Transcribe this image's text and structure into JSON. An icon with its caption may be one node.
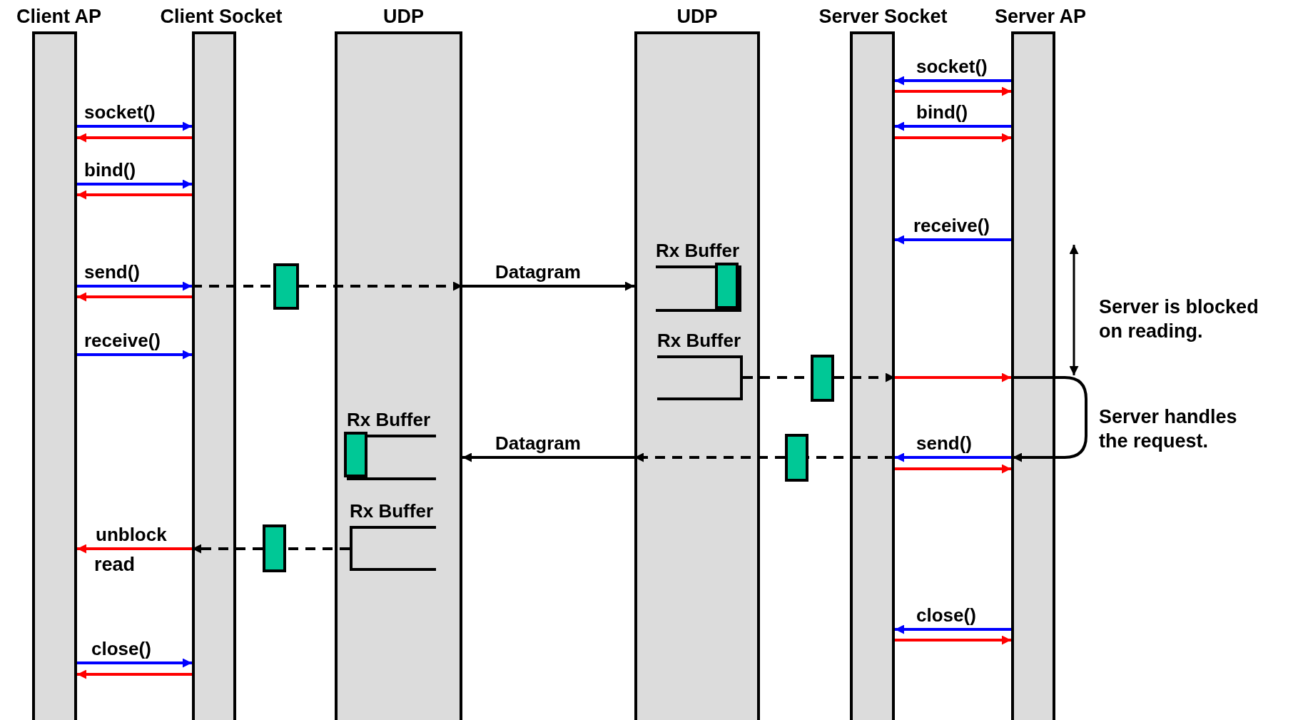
{
  "diagram": {
    "nodes": [
      {
        "text": [
          "Client AP"
        ]
      },
      {
        "text": [
          "Client Socket"
        ]
      },
      {
        "text": [
          "UDP"
        ]
      },
      {
        "text": [
          "UDP"
        ]
      },
      {
        "text": [
          "Server Socket"
        ]
      },
      {
        "text": [
          "Server AP"
        ]
      },
      {
        "text": [],
        "shape": "box"
      },
      {
        "text": [
          "Rx Buffer"
        ],
        "in": 3
      },
      {
        "text": [],
        "shape": "box",
        "in": 7
      },
      {
        "text": [
          "Rx Buffer"
        ],
        "in": 3
      },
      {
        "text": [],
        "shape": "box"
      },
      {
        "text": [
          "Rx Buffer"
        ],
        "in": 2
      },
      {
        "text": [],
        "shape": "box",
        "in": 11
      },
      {
        "text": [],
        "shape": "box"
      },
      {
        "text": [
          "Rx Buffer"
        ],
        "in": 2
      },
      {
        "text": [],
        "shape": "box"
      }
    ],
    "edges": [
      {
        "from": 5,
        "to": 4,
        "arrow": "to",
        "label": "socket()",
        "color": "#0000ff"
      },
      {
        "from": 4,
        "to": 5,
        "arrow": "to",
        "color": "#ff0000"
      },
      {
        "from": 0,
        "to": 1,
        "arrow": "to",
        "label": "socket()",
        "color": "#0000ff"
      },
      {
        "from": 1,
        "to": 0,
        "arrow": "to",
        "color": "#ff0000"
      },
      {
        "from": 5,
        "to": 4,
        "arrow": "to",
        "label": "bind()",
        "color": "#0000ff"
      },
      {
        "from": 4,
        "to": 5,
        "arrow": "to",
        "color": "#ff0000"
      },
      {
        "from": 0,
        "to": 1,
        "arrow": "to",
        "label": "bind()",
        "color": "#0000ff"
      },
      {
        "from": 1,
        "to": 0,
        "arrow": "to",
        "color": "#ff0000"
      },
      {
        "from": 5,
        "to": 4,
        "arrow": "to",
        "label": "receive()",
        "color": "#0000ff"
      },
      {
        "from": 0,
        "to": 1,
        "arrow": "to",
        "label": "send()",
        "color": "#0000ff"
      },
      {
        "from": 1,
        "to": 0,
        "arrow": "to",
        "color": "#ff0000"
      },
      {
        "from": 1,
        "to": 6,
        "arrow": "none",
        "style": "dashed"
      },
      {
        "from": 6,
        "to": 2,
        "arrow": "to",
        "style": "dashed"
      },
      {
        "from": 2,
        "to": 3,
        "arrow": "to",
        "label": "Datagram"
      },
      {
        "from": 0,
        "to": 1,
        "arrow": "to",
        "label": "receive()",
        "color": "#0000ff"
      },
      {
        "from": 9,
        "to": 10,
        "arrow": "none",
        "style": "dashed"
      },
      {
        "from": 10,
        "to": 4,
        "arrow": "to",
        "style": "dashed"
      },
      {
        "from": 4,
        "to": 5,
        "arrow": "to",
        "color": "#ff0000"
      },
      {
        "from": 5,
        "to": 5,
        "arrow": "to"
      },
      {
        "from": 5,
        "to": 4,
        "arrow": "to",
        "label": "send()",
        "color": "#0000ff"
      },
      {
        "from": 4,
        "to": 5,
        "arrow": "to",
        "color": "#ff0000"
      },
      {
        "from": 4,
        "to": 13,
        "arrow": "none",
        "style": "dashed"
      },
      {
        "from": 13,
        "to": 3,
        "arrow": "to",
        "style": "dashed"
      },
      {
        "from": 3,
        "to": 2,
        "arrow": "to",
        "label": "Datagram"
      },
      {
        "from": 14,
        "to": 15,
        "arrow": "none",
        "style": "dashed"
      },
      {
        "from": 15,
        "to": 1,
        "arrow": "to",
        "style": "dashed"
      },
      {
        "from": 1,
        "to": 0,
        "arrow": "to",
        "label": "unblock",
        "color": "#ff0000"
      },
      {
        "from": 5,
        "to": 4,
        "arrow": "to",
        "label": "close()",
        "color": "#0000ff"
      },
      {
        "from": 4,
        "to": 5,
        "arrow": "to",
        "color": "#ff0000"
      },
      {
        "from": 0,
        "to": 1,
        "arrow": "to",
        "label": "close()",
        "color": "#0000ff"
      },
      {
        "from": 1,
        "to": 0,
        "arrow": "to",
        "color": "#ff0000"
      }
    ],
    "labels": [
      "read",
      "Server is blocked on reading.",
      "Server handles the request."
    ]
  }
}
